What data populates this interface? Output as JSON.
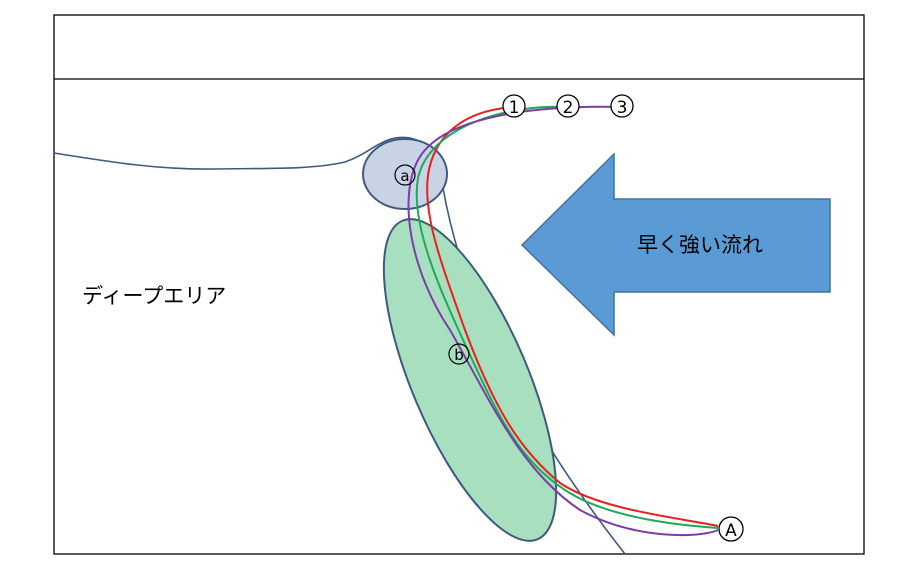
{
  "area_label": "ディープエリア",
  "current_label": "早く強い流れ",
  "markers": {
    "a": "a",
    "b": "b",
    "A": "A",
    "n1": "1",
    "n2": "2",
    "n3": "3"
  },
  "colors": {
    "frame": "#000000",
    "shore_line": "#3d5a80",
    "zone_a_fill": "#c9d3e6",
    "zone_b_fill": "#a8e0bf",
    "arrow_fill": "#5b9bd5",
    "arrow_stroke": "#41719c",
    "path_1": "#e8201e",
    "path_2": "#1faa5a",
    "path_3": "#7d3ca8"
  }
}
